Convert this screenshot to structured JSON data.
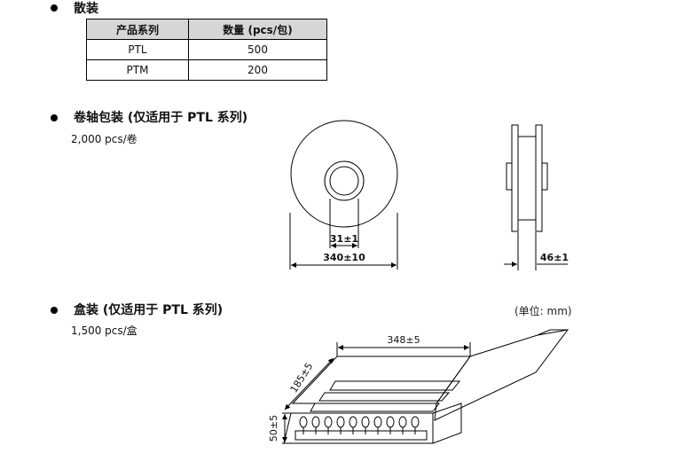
{
  "bulk": {
    "title": "散装",
    "table": {
      "headers": [
        "产品系列",
        "数量 (pcs/包)"
      ],
      "rows": [
        [
          "PTL",
          "500"
        ],
        [
          "PTM",
          "200"
        ]
      ]
    }
  },
  "reel": {
    "title": "卷轴包装 (仅适用于 PTL 系列)",
    "qty": "2,000 pcs/卷",
    "dims": {
      "hub": "31±1",
      "diameter": "340±10",
      "width": "46±1"
    }
  },
  "box": {
    "title": "盒装 (仅适用于  PTL 系列)",
    "qty": "1,500 pcs/盒",
    "unit": "(单位: mm)",
    "dims": {
      "length": "348±5",
      "depth": "185±5",
      "height": "50±5"
    }
  }
}
